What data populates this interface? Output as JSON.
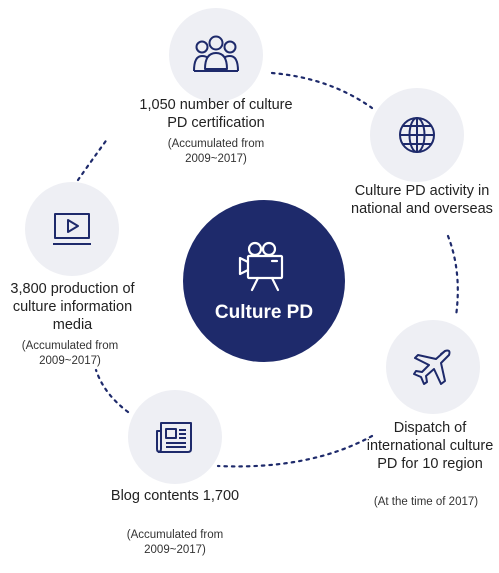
{
  "center": {
    "label": "Culture PD",
    "icon": "video-camera-icon"
  },
  "items": [
    {
      "icon": "group-people-icon",
      "title": "1,050 number of culture PD certification",
      "note": "(Accumulated from 2009~2017)"
    },
    {
      "icon": "globe-icon",
      "title": "Culture PD activity in national and overseas",
      "note": ""
    },
    {
      "icon": "airplane-icon",
      "title": "Dispatch of international culture PD for 10 region",
      "note": "(At the time of 2017)"
    },
    {
      "icon": "newspaper-icon",
      "title": "Blog contents 1,700",
      "note": "(Accumulated from 2009~2017)"
    },
    {
      "icon": "video-play-icon",
      "title": "3,800 production of culture information media",
      "note": "(Accumulated from 2009~2017)"
    }
  ],
  "colors": {
    "navy": "#1e2a6b",
    "circle_bg": "#eeeff4",
    "dots": "#1e2a6b"
  }
}
